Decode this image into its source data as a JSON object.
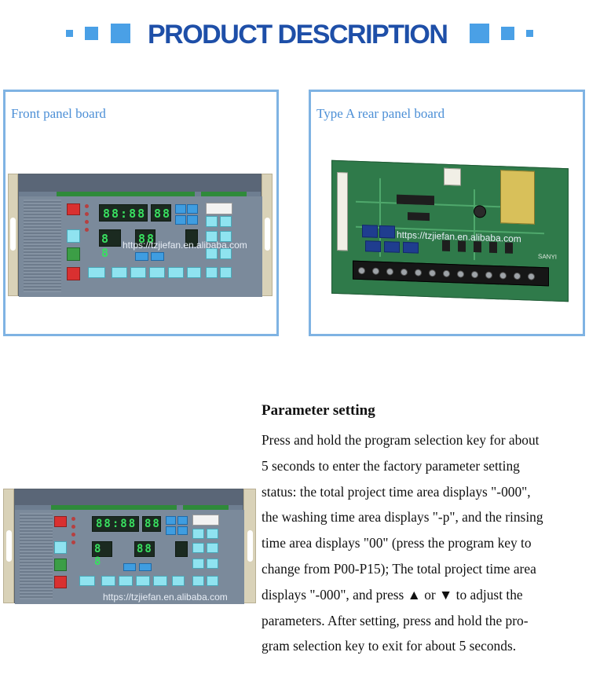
{
  "header": {
    "title": "PRODUCT DESCRIPTION",
    "accent_color": "#4aa0e6",
    "title_color": "#1e4fa8"
  },
  "panels": [
    {
      "label": "Front panel board",
      "watermark": "https://tzjiefan.en.alibaba.com"
    },
    {
      "label": "Type A rear panel board",
      "watermark": "https://tzjiefan.en.alibaba.com"
    }
  ],
  "lower_image": {
    "watermark": "https://tzjiefan.en.alibaba.com"
  },
  "front_display": {
    "total_time": "88:88",
    "short": "88",
    "wash": "8 8",
    "rinse": "88"
  },
  "parameter_setting": {
    "title": "Parameter setting",
    "lines": [
      " Press and hold the program selection key for about",
      "5 seconds to enter the factory parameter setting",
      "status: the total project time area displays \"-000\",",
      "the washing time area displays \"-p\", and the rinsing",
      "time area displays \"00\" (press the program key to",
      "change from P00-P15); The total project time area",
      "displays \"-000\", and press ▲ or ▼ to adjust the",
      "parameters. After setting, press and hold the pro-",
      "gram selection key to exit for about 5 seconds."
    ]
  },
  "pcb_label": "SANYI"
}
